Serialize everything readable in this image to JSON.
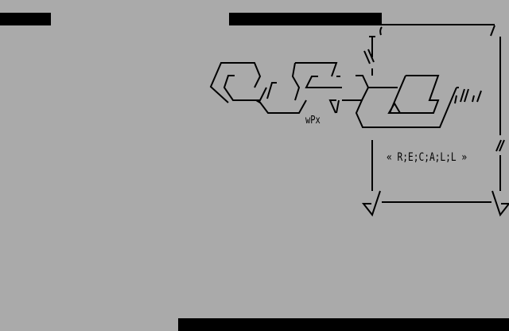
{
  "title": {
    "logo_text": "RECALL",
    "subtitle": "« R;E;C;A;L;L »",
    "credit": "wPx"
  },
  "colors": {
    "background": "#aaaaaa",
    "foreground": "#000000"
  }
}
